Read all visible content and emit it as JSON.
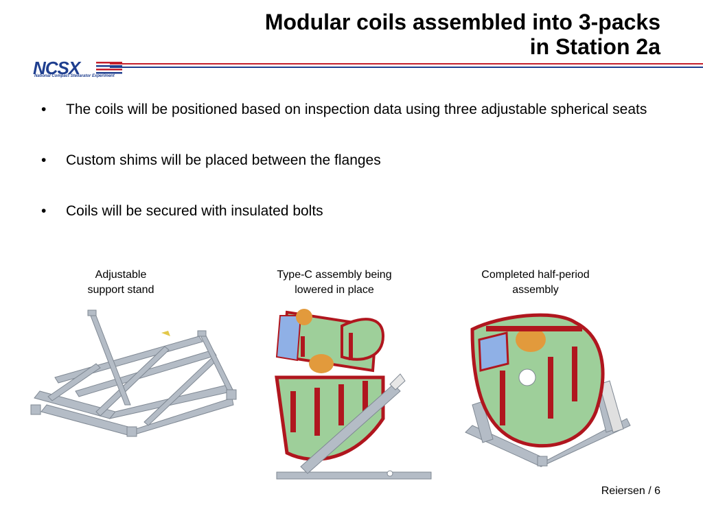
{
  "title": {
    "line1": "Modular coils assembled into 3-packs",
    "line2": "in Station 2a"
  },
  "logo": {
    "text": "NCSX",
    "subtitle": "National Compact Stellarator Experiment"
  },
  "bullets": [
    "The coils will be positioned based on inspection data using three adjustable spherical seats",
    "Custom shims will be placed between the flanges",
    "Coils will be secured with insulated bolts"
  ],
  "figures": [
    {
      "caption_line1": "Adjustable",
      "caption_line2": "support stand"
    },
    {
      "caption_line1": "Type-C assembly being",
      "caption_line2": "lowered in place"
    },
    {
      "caption_line1": "Completed half-period",
      "caption_line2": "assembly"
    }
  ],
  "footer": "Reiersen / 6",
  "colors": {
    "logo_blue": "#1f3f8f",
    "logo_red": "#c41e2a",
    "frame_gray": "#b4bcc6",
    "coil_green": "#9ecf9a",
    "flange_red": "#b0161e"
  }
}
